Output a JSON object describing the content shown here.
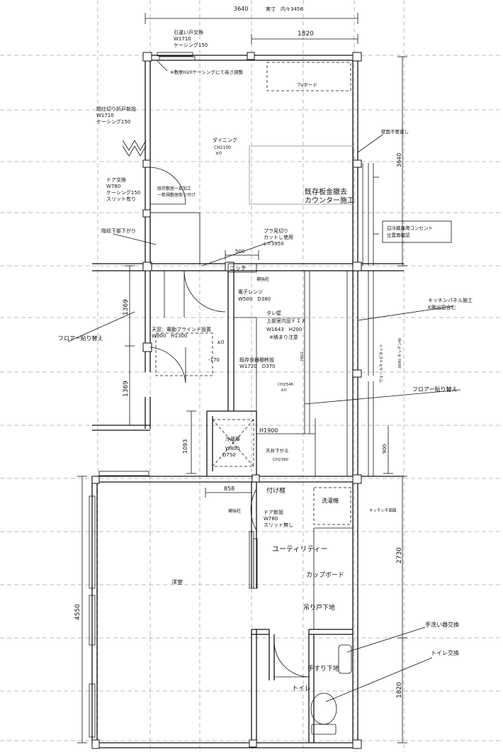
{
  "dimensions": {
    "top_total": "3640",
    "top_inner": "実寸　内々3456",
    "top_right": "1820",
    "right_upper": "3640",
    "left_upper_a": "1369",
    "left_upper_b": "1369",
    "fridge_width": "1093",
    "bottom_mid": "858",
    "small_500": "500",
    "right_900": "900",
    "left_lower": "4550",
    "right_lower_a": "2730",
    "right_lower_b": "1820"
  },
  "labels": {
    "door_top_1": "引違い戸交換",
    "door_top_2": "W1710",
    "door_top_3": "ケーシング150",
    "casing_note": "※敷居H20ケーシングにて高さ調整",
    "tv_board": "TVボード",
    "partition_1": "間仕切り折戸新設",
    "partition_2": "W1710",
    "partition_3": "ケーシング150",
    "wall_nochange": "壁面不要直し",
    "dining": "ダイニング",
    "dining_ch": "CH2100",
    "dining_lvl": "±0",
    "door_change_1": "ドア交換",
    "door_change_2": "W780",
    "door_change_3": "ケーシング150",
    "door_change_4": "スリット有り",
    "sill_1": "既存敷居一部加工",
    "sill_2": "一新規敷居取り付け",
    "counter_1": "既存板金撤去",
    "counter_2": "カウンター施工",
    "outlet_1": "白冷蔵庫用コンセント",
    "outlet_2": "位置再確認",
    "stair_under": "階段下部下がり",
    "plaster_1": "プラ見切り",
    "plaster_2": "カットし使用",
    "plaster_3": "L＝3950",
    "niche": "ニッチ",
    "reinforce_1": "補強柱",
    "microwave_1": "電子レンジ",
    "microwave_2": "W500　D380",
    "kitchen_panel_1": "キッチンパネル施工",
    "kitchen_panel_2": "K側出窓含む",
    "hanging_1": "タレ壁",
    "hanging_2": "上部室内窓ＦＩＸ",
    "hanging_3": "W1643　H200",
    "hanging_4": "※納まり注意",
    "floor_1": "フロアー貼り替え",
    "ceiling_1": "天窓：電動ブラインド設置",
    "ceiling_2": "W900　H1300",
    "lvl_pm": "±0",
    "lvl_minus": "-170",
    "shelf_1": "既存食器棚移設",
    "shelf_2": "W1720　D370",
    "shelf_h": "2852",
    "wall_cabinet": "ウォールキャビネット",
    "kitchen_w": "3640 キッチンW",
    "kitchen_ch": "CH2546",
    "kitchen_lvl": "±0",
    "floor_2": "フロアー貼り替え",
    "fridge_1": "冷蔵庫",
    "fridge_2": "W800",
    "fridge_3": "D750",
    "h1900": "H1900",
    "ceiling_drop_1": "天井下がる",
    "ceiling_drop_2": "CH2390",
    "frame_add": "付け框",
    "washer": "洗濯機",
    "kitchen_plan": "キッチン平面図",
    "reinforce_2": "補強柱",
    "new_door_1": "ドア新設",
    "new_door_2": "W780",
    "new_door_3": "スリット無し",
    "utility": "ユーティリティー",
    "cupboard": "カップボード",
    "western_room": "洋室",
    "hanging_door": "吊り戸下地",
    "sink_change": "手洗い器交換",
    "handrail": "手すり下地",
    "toilet_change": "トイレ交換",
    "toilet": "トイレ"
  }
}
